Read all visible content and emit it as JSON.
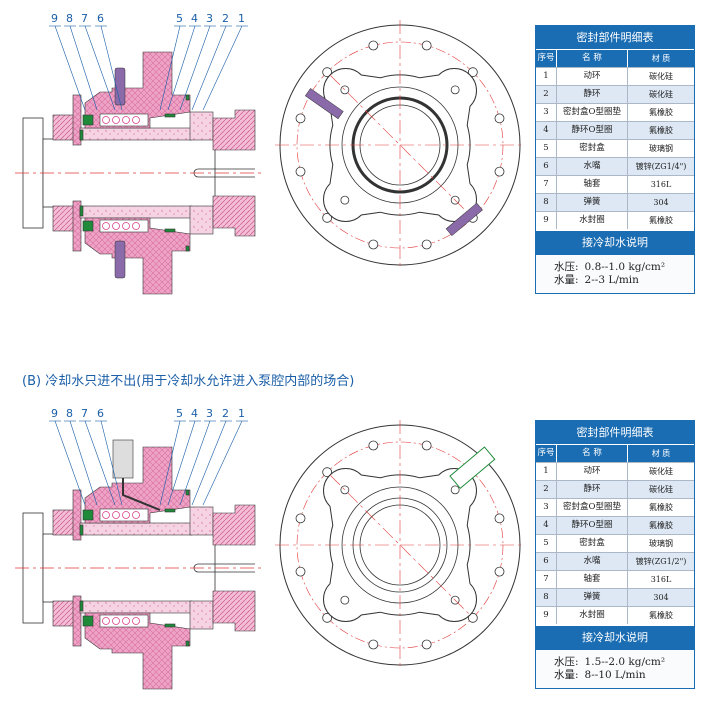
{
  "callouts": [
    "9",
    "8",
    "7",
    "6",
    "5",
    "4",
    "3",
    "2",
    "1"
  ],
  "caption_b": "(B) 冷却水只进不出(用于冷却水允许进入泵腔内部的场合)",
  "tables": [
    {
      "title": "密封部件明细表",
      "headers": [
        "序号",
        "名  称",
        "材  质"
      ],
      "rows": [
        [
          "1",
          "动环",
          "碳化硅"
        ],
        [
          "2",
          "静环",
          "碳化硅"
        ],
        [
          "3",
          "密封盒O型圈垫",
          "氟橡胶"
        ],
        [
          "4",
          "静环O型圈",
          "氟橡胶"
        ],
        [
          "5",
          "密封盒",
          "玻璃钢"
        ],
        [
          "6",
          "水嘴",
          "镀锌(ZG1/4\")"
        ],
        [
          "7",
          "轴套",
          "316L"
        ],
        [
          "8",
          "弹簧",
          "304"
        ],
        [
          "9",
          "水封圈",
          "氟橡胶"
        ]
      ],
      "water_title": "接冷却水说明",
      "pressure_label": "水压:",
      "pressure_value": "0.8--1.0 kg/cm²",
      "flow_label": "水量:",
      "flow_value": "2--3  L/min"
    },
    {
      "title": "密封部件明细表",
      "headers": [
        "序号",
        "名  称",
        "材  质"
      ],
      "rows": [
        [
          "1",
          "动环",
          "碳化硅"
        ],
        [
          "2",
          "静环",
          "碳化硅"
        ],
        [
          "3",
          "密封盒O型圈垫",
          "氟橡胶"
        ],
        [
          "4",
          "静环O型圈",
          "氟橡胶"
        ],
        [
          "5",
          "密封盒",
          "玻璃钢"
        ],
        [
          "6",
          "水嘴",
          "镀锌(ZG1/2\")"
        ],
        [
          "7",
          "轴套",
          "316L"
        ],
        [
          "8",
          "弹簧",
          "304"
        ],
        [
          "9",
          "水封圈",
          "氟橡胶"
        ]
      ],
      "water_title": "接冷却水说明",
      "pressure_label": "水压:",
      "pressure_value": "1.5--2.0 kg/cm²",
      "flow_label": "水量:",
      "flow_value": "8--10  L/min"
    }
  ],
  "colors": {
    "table_blue": "#1b6db3",
    "housing_pink": "#eea3c6",
    "seal_green": "#1f8a3a",
    "nipple_purple": "#8a6aa8",
    "centerline_red": "#e23a3a",
    "callout_blue": "#1b5fa8"
  }
}
